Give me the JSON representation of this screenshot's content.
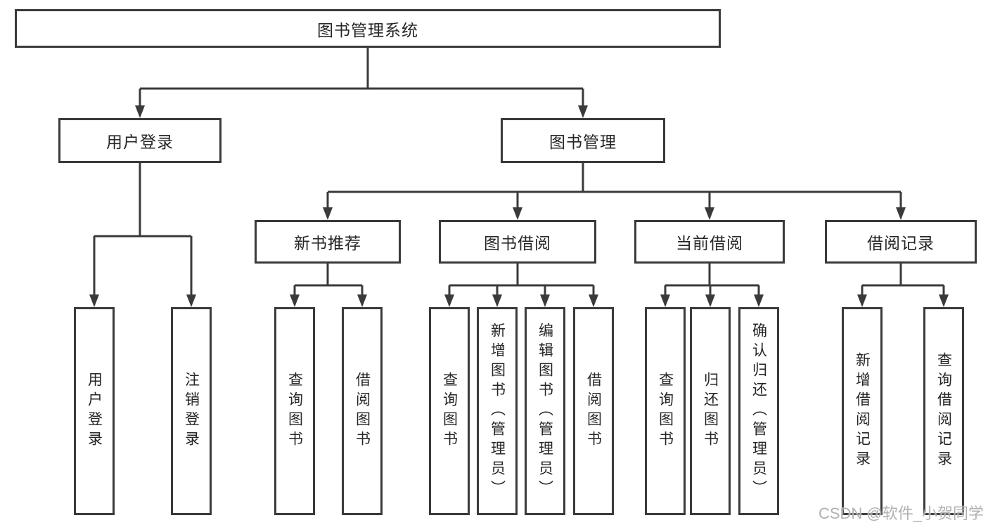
{
  "diagram": {
    "title": "图书管理系统",
    "user_branch": {
      "label": "用户登录",
      "children": [
        "用户登录",
        "注销登录"
      ]
    },
    "book_branch": {
      "label": "图书管理",
      "sections": [
        {
          "label": "新书推荐",
          "children": [
            "查询图书",
            "借阅图书"
          ]
        },
        {
          "label": "图书借阅",
          "children": [
            "查询图书",
            "新增图书（管理员）",
            "编辑图书（管理员）",
            "借阅图书"
          ]
        },
        {
          "label": "当前借阅",
          "children": [
            "查询图书",
            "归还图书",
            "确认归还（管理员）"
          ]
        },
        {
          "label": "借阅记录",
          "children": [
            "新增借阅记录",
            "查询借阅记录"
          ]
        }
      ]
    },
    "watermark": "CSDN @软件_小贺同学",
    "colors": {
      "line": "#3a3a3a",
      "text": "#262626",
      "watermark": "#aaaaaa",
      "background": "#ffffff"
    }
  }
}
